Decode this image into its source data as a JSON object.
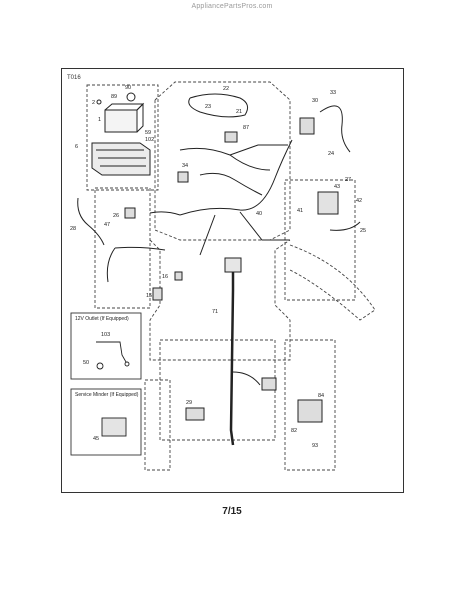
{
  "site_label": "AppliancePartsPros.com",
  "diagram_code": "T016",
  "page_number": "7/15",
  "inset_12v_title": "12V Outlet (If Equipped)",
  "inset_service_title": "Service Minder (If Equipped)",
  "callouts": {
    "c1": "1",
    "c2": "2",
    "c6": "6",
    "c15": "15",
    "c16": "16",
    "c21": "21",
    "c22": "22",
    "c23": "23",
    "c24": "24",
    "c25": "25",
    "c26": "26",
    "c27": "27",
    "c28": "28",
    "c29": "29",
    "c30": "30",
    "c33": "33",
    "c34": "34",
    "c40": "40",
    "c41": "41",
    "c42": "42",
    "c43": "43",
    "c45": "45",
    "c47": "47",
    "c50": "50",
    "c59": "59",
    "c71": "71",
    "c82": "82",
    "c84": "84",
    "c87": "87",
    "c89": "89",
    "c90": "90",
    "c93": "93",
    "c102": "102",
    "c103": "103"
  }
}
